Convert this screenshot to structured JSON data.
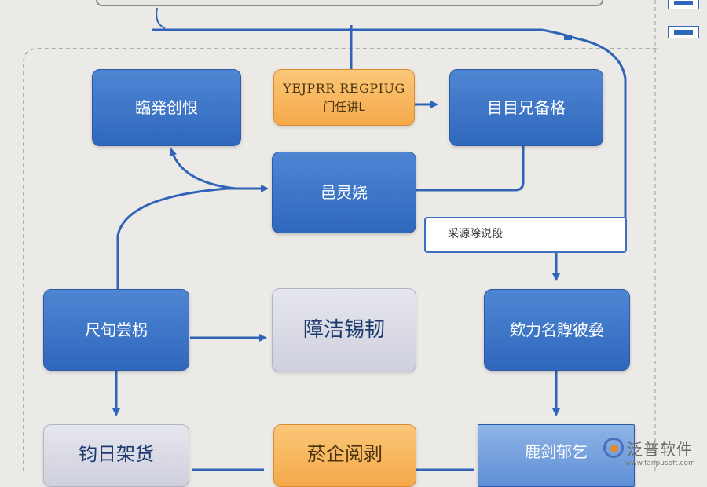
{
  "nodes": {
    "n_top_left": "臨発创恨",
    "n_top_orange_l1": "YEJPRR REGPIUG",
    "n_top_orange_l2": "门任讲L",
    "n_top_right": "目目兄备格",
    "n_middle": "邑灵娆",
    "n_side_label": "采源除说段",
    "n_mid_left": "尺旬尝柺",
    "n_mid_center": "障洁锡韧",
    "n_mid_right": "欸力名賯彼姭",
    "n_bottom_left": "钧日架货",
    "n_bottom_center": "菸企阅剥",
    "n_bottom_right": "鹿剑郁乞"
  },
  "watermark": {
    "name": "泛普软件",
    "url": "www.fanpusoft.com"
  },
  "colors": {
    "blue": "#2f67bd",
    "orange": "#f5a94a",
    "gray": "#d6d7e2",
    "background": "#eceae6",
    "connector": "#2f64b8"
  }
}
